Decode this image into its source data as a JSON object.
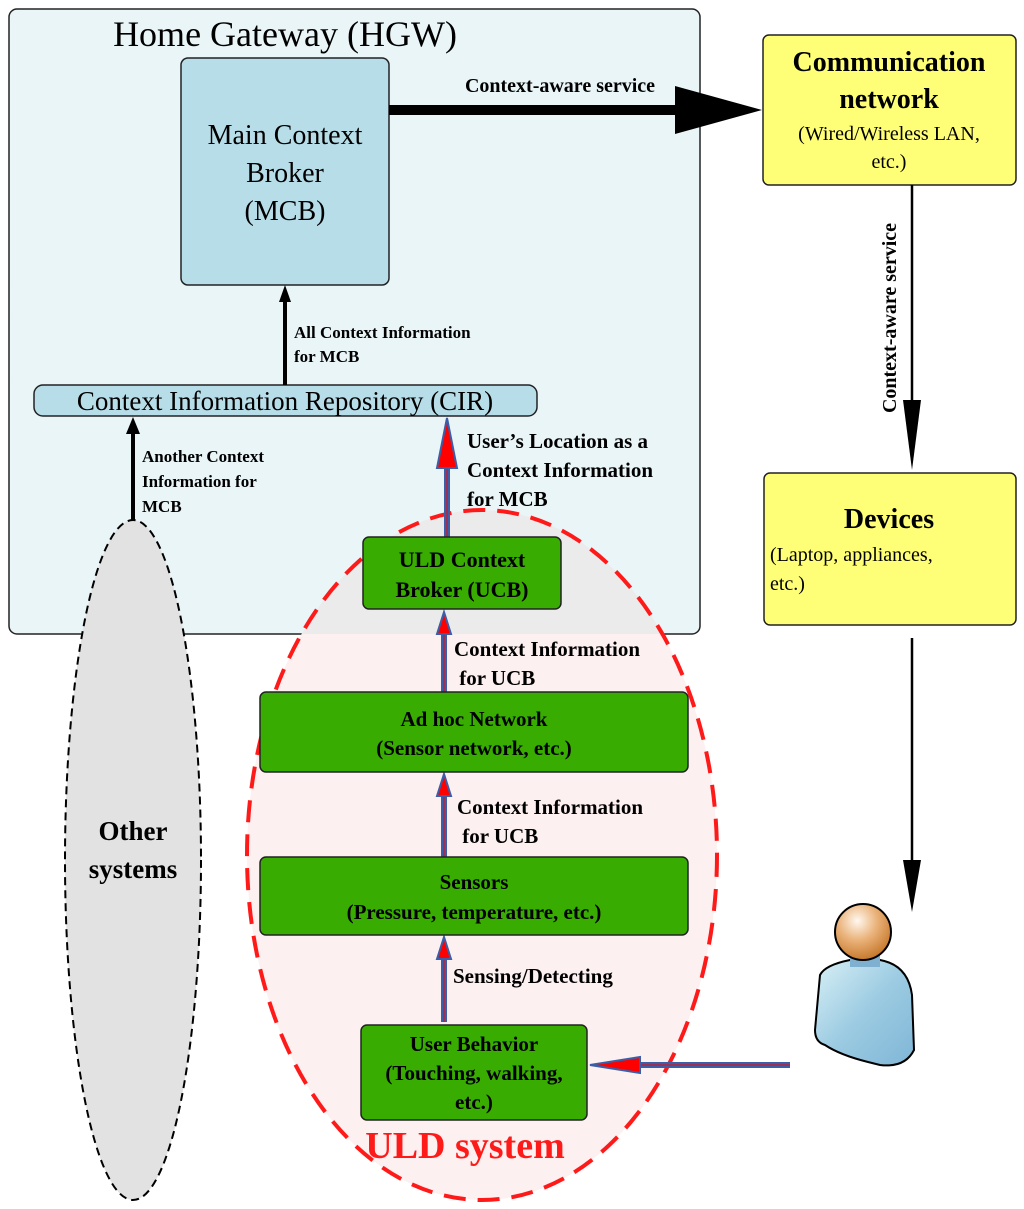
{
  "colors": {
    "hgw_fill": "#eaf5f8",
    "broker_fill": "#b7dde8",
    "yellow_box": "#ffff77",
    "green_box": "#38ac00",
    "uld_fill": "#fdf0f0",
    "uld_stroke": "#ff1a1a",
    "other_fill": "#e2e2e2",
    "blue_arrow": "#3a5fa8",
    "red_arrowhead": "#ff0000"
  },
  "hgw": {
    "title": "Home Gateway (HGW)"
  },
  "mcb": {
    "lines": [
      "Main Context",
      "Broker",
      "(MCB)"
    ]
  },
  "cir": {
    "label": "Context Information Repository (CIR)"
  },
  "comm": {
    "title": [
      "Communication",
      "network"
    ],
    "sub": [
      "(Wired/Wireless LAN,",
      "etc.)"
    ]
  },
  "devices": {
    "title": "Devices",
    "sub": [
      "(Laptop, appliances,",
      "etc.)"
    ]
  },
  "arrows": {
    "mcb_to_comm": "Context-aware service",
    "comm_to_devices": "Context-aware service",
    "cir_to_mcb": [
      "All Context Information",
      "for MCB"
    ],
    "other_to_cir": [
      "Another Context",
      "Information for",
      "MCB"
    ],
    "ucb_to_cir": [
      "User’s Location as a",
      "Context Information",
      "for MCB"
    ],
    "adhoc_to_ucb": [
      "Context Information",
      " for UCB"
    ],
    "sensors_to_adhoc": [
      "Context Information",
      " for UCB"
    ],
    "behavior_to_sensors": "Sensing/Detecting"
  },
  "other": {
    "lines": [
      "Other",
      "systems"
    ]
  },
  "uld": {
    "label": "ULD system"
  },
  "ucb": {
    "lines": [
      "ULD Context",
      "Broker (UCB)"
    ]
  },
  "adhoc": {
    "lines": [
      "Ad hoc Network",
      "(Sensor network, etc.)"
    ]
  },
  "sensors": {
    "lines": [
      "Sensors",
      "(Pressure, temperature, etc.)"
    ]
  },
  "behavior": {
    "lines": [
      "User Behavior",
      "(Touching, walking,",
      "etc.)"
    ]
  },
  "icons": {
    "user": "user-person-icon"
  }
}
